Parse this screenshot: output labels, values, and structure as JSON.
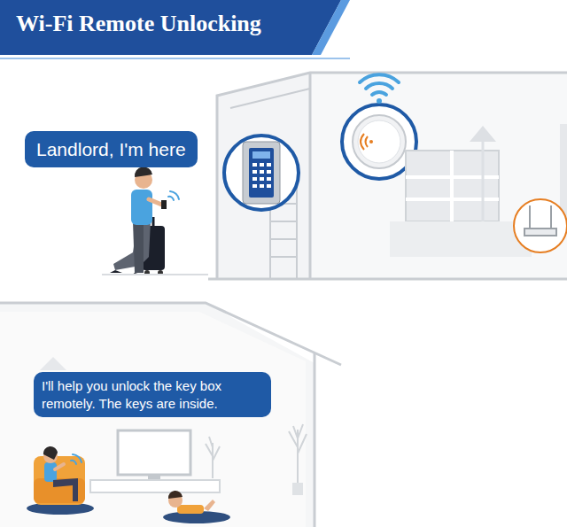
{
  "diagram": {
    "title": "Wi-Fi Remote Unlocking",
    "nodes": [
      {
        "text": [
          "Landlord, I'm here"
        ]
      },
      {
        "text": [
          "I'll help you unlock the key box remotely. The keys are inside."
        ]
      }
    ]
  }
}
